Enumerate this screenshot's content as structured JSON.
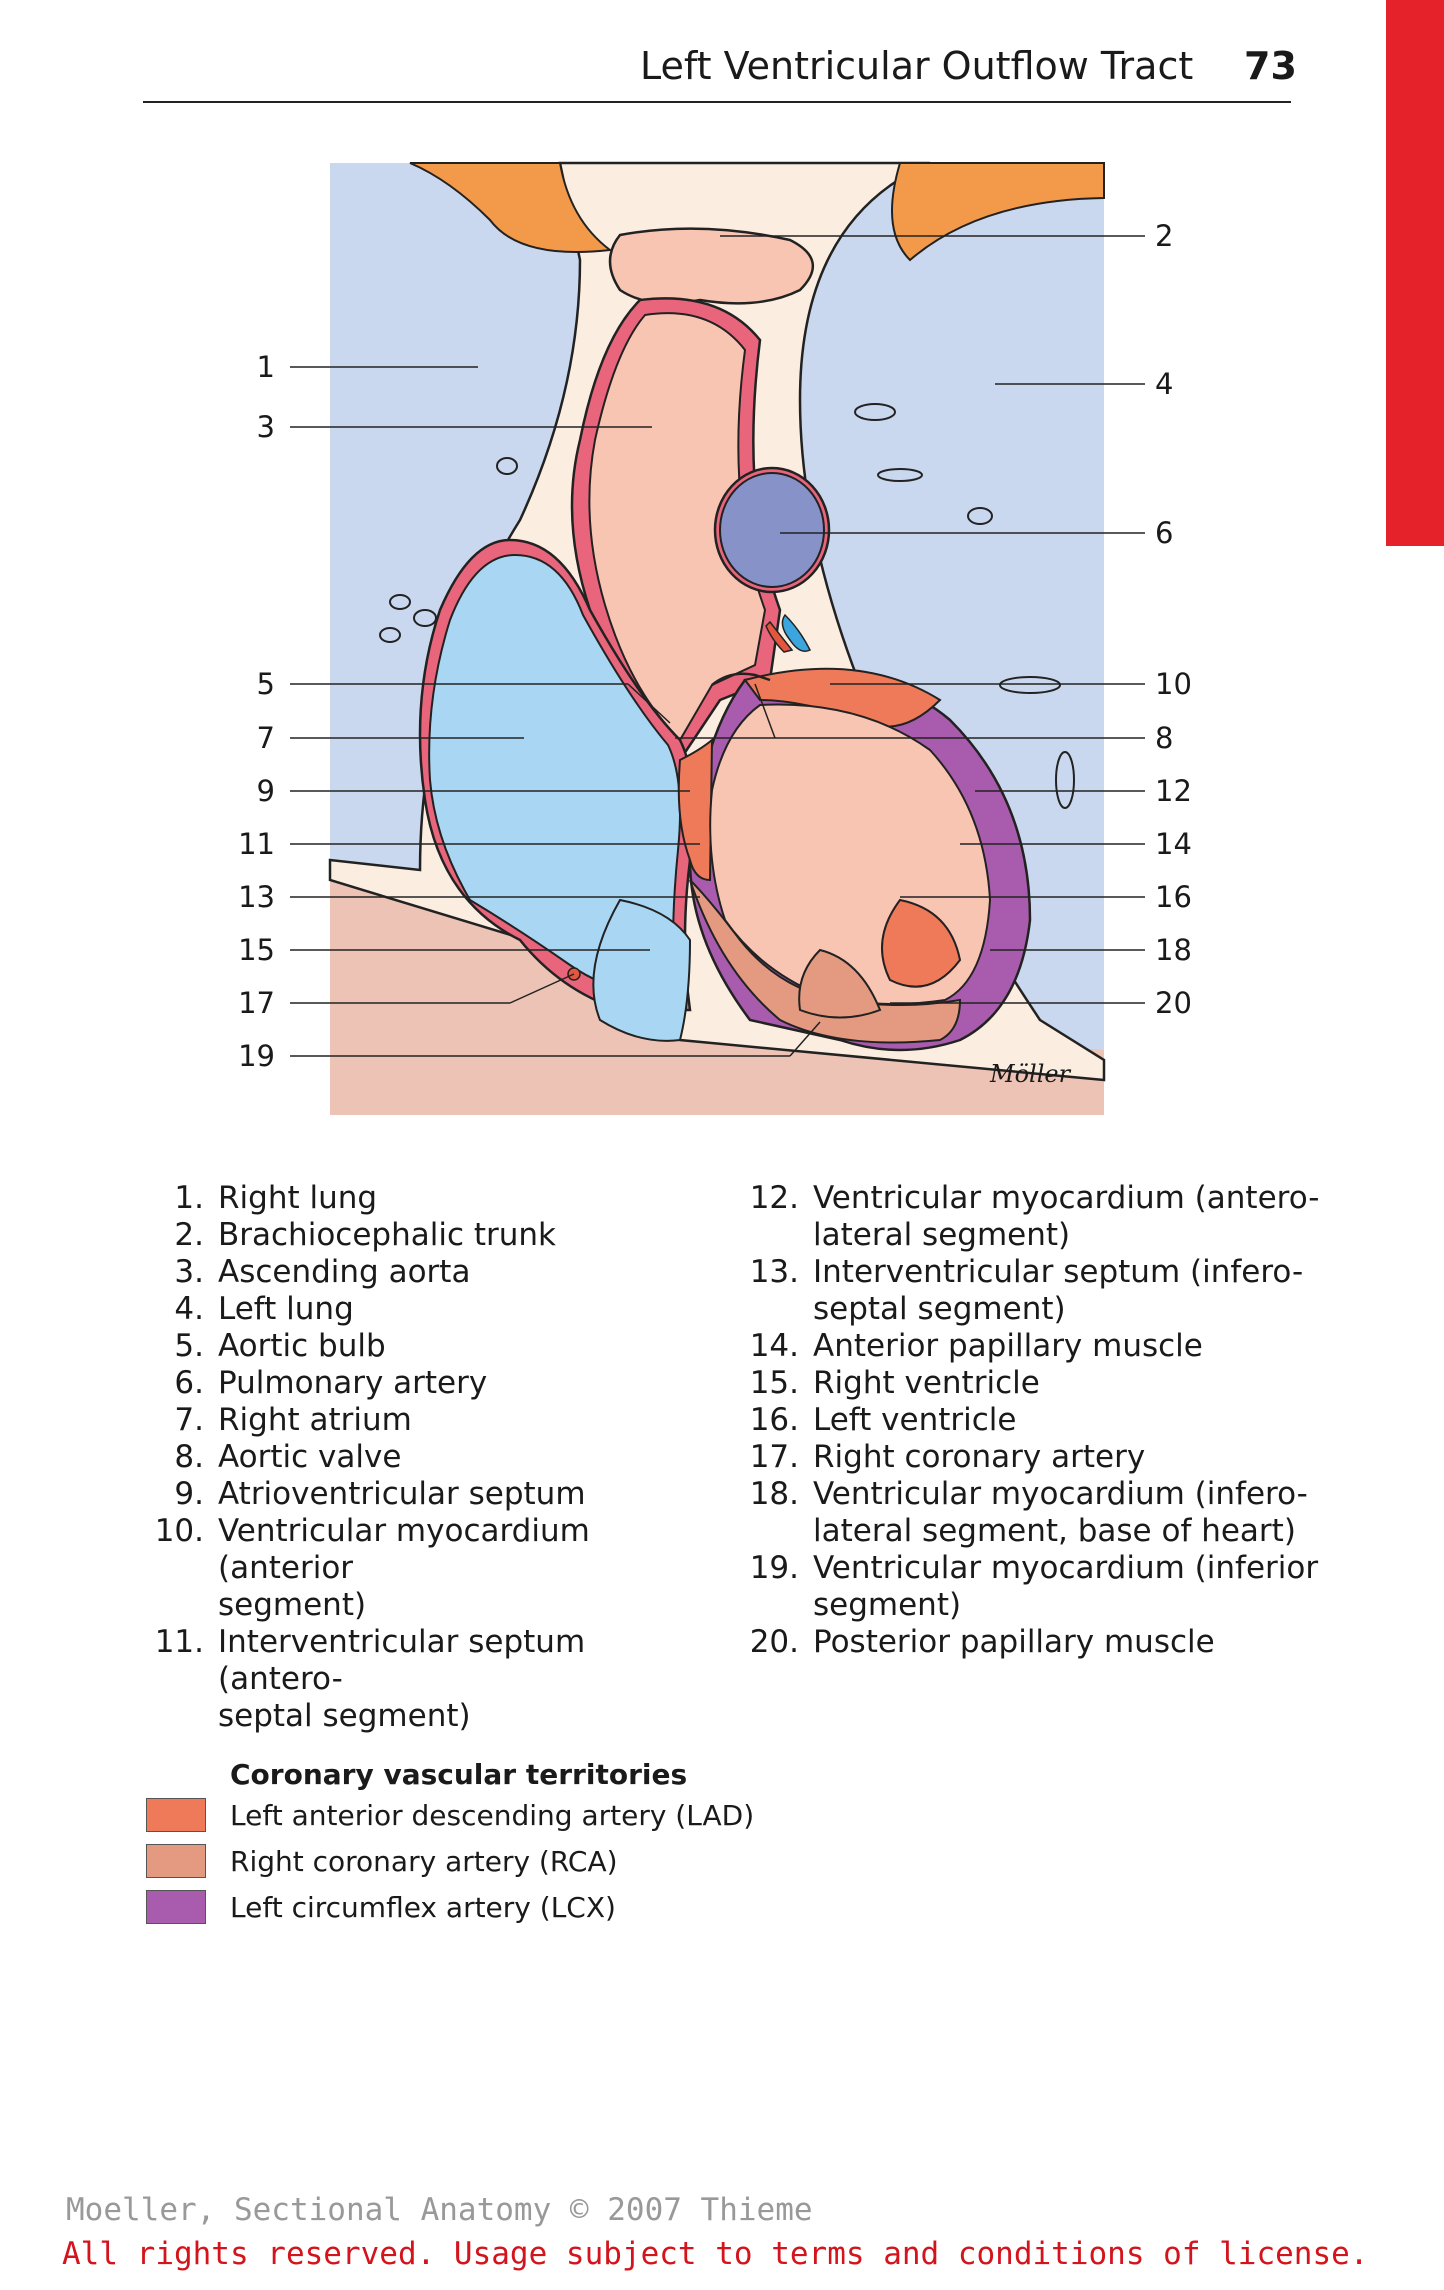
{
  "header": {
    "title": "Left Ventricular Outflow Tract",
    "page_number": "73",
    "tab_color": "#e52229"
  },
  "figure": {
    "signature": "Möller",
    "callouts_left": [
      "1",
      "3",
      "5",
      "7",
      "9",
      "11",
      "13",
      "15",
      "17",
      "19"
    ],
    "callouts_right": [
      "2",
      "4",
      "6",
      "10",
      "8",
      "12",
      "14",
      "16",
      "18",
      "20"
    ]
  },
  "legend": {
    "items": [
      {
        "num": "1.",
        "text": "Right lung"
      },
      {
        "num": "2.",
        "text": "Brachiocephalic trunk"
      },
      {
        "num": "3.",
        "text": "Ascending aorta"
      },
      {
        "num": "4.",
        "text": "Left lung"
      },
      {
        "num": "5.",
        "text": "Aortic bulb"
      },
      {
        "num": "6.",
        "text": "Pulmonary artery"
      },
      {
        "num": "7.",
        "text": "Right atrium"
      },
      {
        "num": "8.",
        "text": "Aortic valve"
      },
      {
        "num": "9.",
        "text": "Atrioventricular septum"
      },
      {
        "num": "10.",
        "text": "Ventricular myocardium (anterior"
      },
      {
        "num": "",
        "text": "segment)"
      },
      {
        "num": "11.",
        "text": "Interventricular septum (antero-"
      },
      {
        "num": "",
        "text": "septal segment)"
      },
      {
        "num": "12.",
        "text": "Ventricular myocardium (antero-"
      },
      {
        "num": "",
        "text": "lateral segment)"
      },
      {
        "num": "13.",
        "text": "Interventricular septum (infero-"
      },
      {
        "num": "",
        "text": "septal segment)"
      },
      {
        "num": "14.",
        "text": "Anterior papillary muscle"
      },
      {
        "num": "15.",
        "text": "Right ventricle"
      },
      {
        "num": "16.",
        "text": "Left ventricle"
      },
      {
        "num": "17.",
        "text": "Right coronary artery"
      },
      {
        "num": "18.",
        "text": "Ventricular myocardium (infero-"
      },
      {
        "num": "",
        "text": "lateral segment, base of heart)"
      },
      {
        "num": "19.",
        "text": "Ventricular myocardium (inferior"
      },
      {
        "num": "",
        "text": "segment)"
      },
      {
        "num": "20.",
        "text": "Posterior papillary muscle"
      }
    ]
  },
  "territories": {
    "title": "Coronary vascular territories",
    "items": [
      {
        "label": "Left anterior descending artery (LAD)",
        "color": "#ee7a5a"
      },
      {
        "label": "Right coronary artery (RCA)",
        "color": "#e39a80"
      },
      {
        "label": "Left circumflex artery (LCX)",
        "color": "#a95cad"
      }
    ]
  },
  "footer": {
    "line1": "Moeller, Sectional Anatomy © 2007 Thieme",
    "line2": "All rights reserved. Usage subject to terms and conditions of license."
  }
}
